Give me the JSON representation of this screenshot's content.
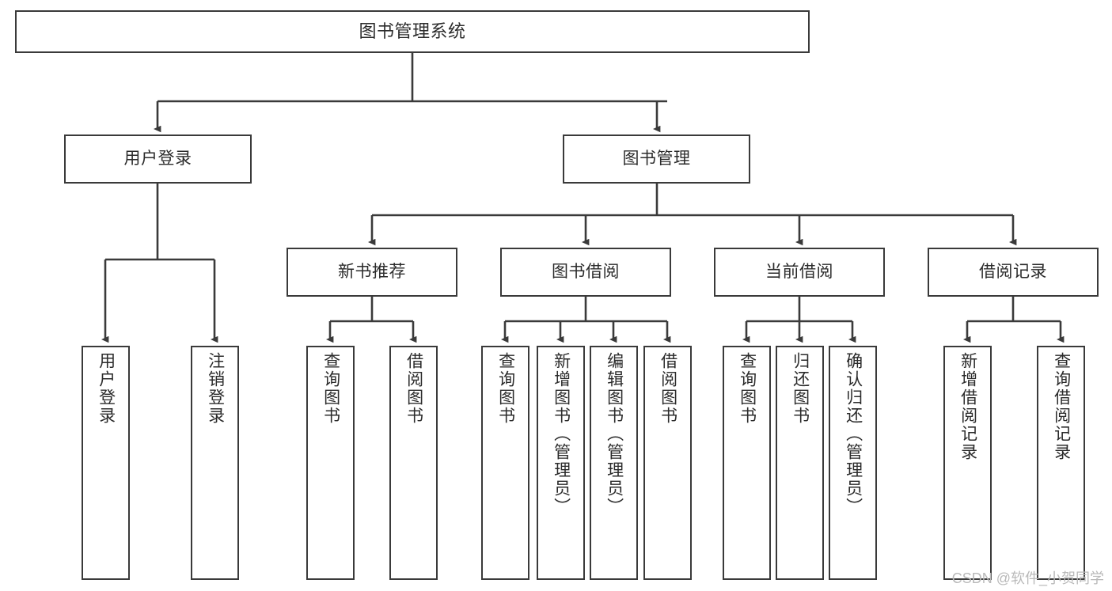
{
  "diagram": {
    "title": "图书管理系统",
    "type": "tree-hierarchy",
    "watermark": "CSDN @软件_小贺同学",
    "colors": {
      "box_border": "#3a3a3a",
      "box_fill": "#ffffff",
      "edge": "#3a3a3a",
      "text": "#2b2b2b",
      "watermark": "#b9b9b9",
      "background": "#ffffff"
    },
    "levels": {
      "root": {
        "label": "图书管理系统"
      },
      "level2": [
        {
          "label": "用户登录"
        },
        {
          "label": "图书管理"
        }
      ],
      "level3": [
        {
          "label": "新书推荐"
        },
        {
          "label": "图书借阅"
        },
        {
          "label": "当前借阅"
        },
        {
          "label": "借阅记录"
        }
      ],
      "leaves_user_login": [
        {
          "label": "用户登录"
        },
        {
          "label": "注销登录"
        }
      ],
      "leaves_new_books": [
        {
          "label": "查询图书"
        },
        {
          "label": "借阅图书"
        }
      ],
      "leaves_borrow": [
        {
          "label": "查询图书"
        },
        {
          "label": "新增图书（管理员）"
        },
        {
          "label": "编辑图书（管理员）"
        },
        {
          "label": "借阅图书"
        }
      ],
      "leaves_current": [
        {
          "label": "查询图书"
        },
        {
          "label": "归还图书"
        },
        {
          "label": "确认归还（管理员）"
        }
      ],
      "leaves_records": [
        {
          "label": "新增借阅记录"
        },
        {
          "label": "查询借阅记录"
        }
      ]
    }
  }
}
